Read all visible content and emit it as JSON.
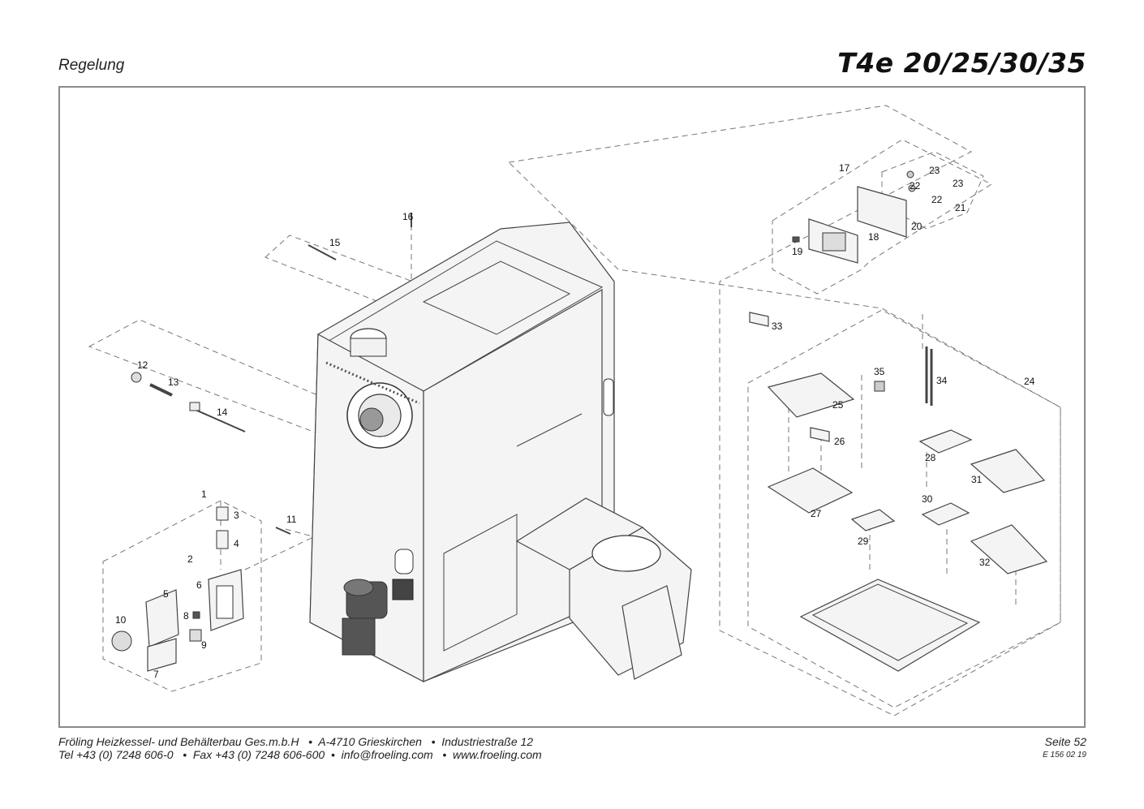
{
  "header": {
    "section": "Regelung",
    "model": "T4e 20/25/30/35"
  },
  "diagram": {
    "callouts": [
      "1",
      "2",
      "3",
      "4",
      "5",
      "6",
      "7",
      "8",
      "9",
      "10",
      "11",
      "12",
      "13",
      "14",
      "15",
      "16",
      "17",
      "18",
      "19",
      "20",
      "21",
      "22",
      "22",
      "23",
      "23",
      "24",
      "25",
      "26",
      "27",
      "28",
      "29",
      "30",
      "31",
      "32",
      "33",
      "34",
      "35"
    ]
  },
  "footer": {
    "line1": "Fröling Heizkessel- und Behälterbau Ges.m.b.H   •  A-4710 Grieskirchen   •  Industriestraße 12",
    "line2": "Tel +43 (0) 7248 606-0   •  Fax +43 (0) 7248 606-600  •  info@froeling.com   •  www.froeling.com",
    "page": "Seite 52",
    "code": "E 156 02 19"
  }
}
